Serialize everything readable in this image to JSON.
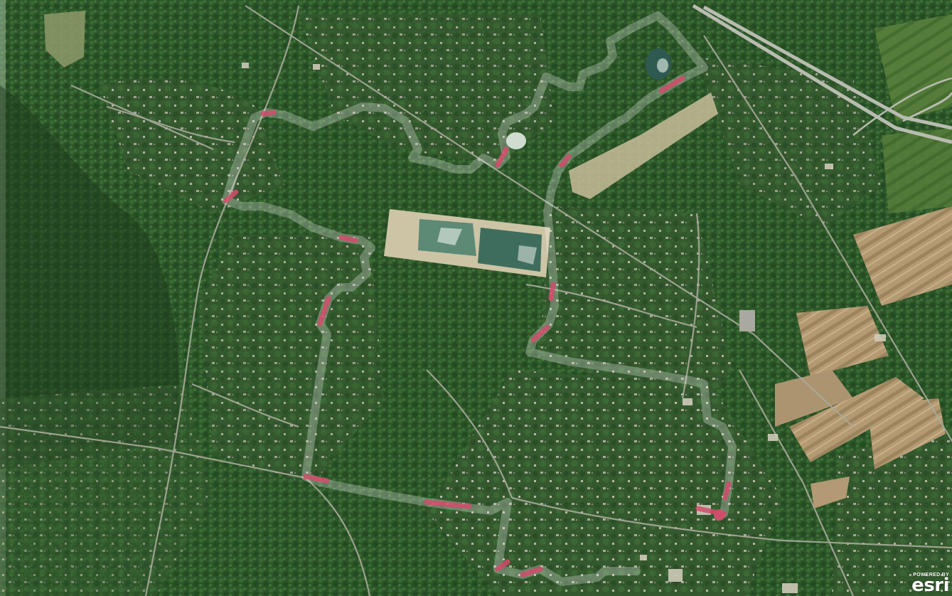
{
  "map": {
    "kind": "satellite-imagery",
    "colors": {
      "forest": "#2f5a2c",
      "forest_dark": "#223f20",
      "field": "#6d8a45",
      "field_bare": "#b3966d",
      "water": "#4d7c67",
      "sand": "#d2c9ad",
      "road": "#a7aa9a",
      "route_main": "#a99bcb",
      "route_accent": "#d34c6c"
    }
  },
  "route": {
    "name": "",
    "layer": "route-line"
  },
  "attribution": {
    "powered_by": "POWERED BY",
    "brand": "esri"
  }
}
